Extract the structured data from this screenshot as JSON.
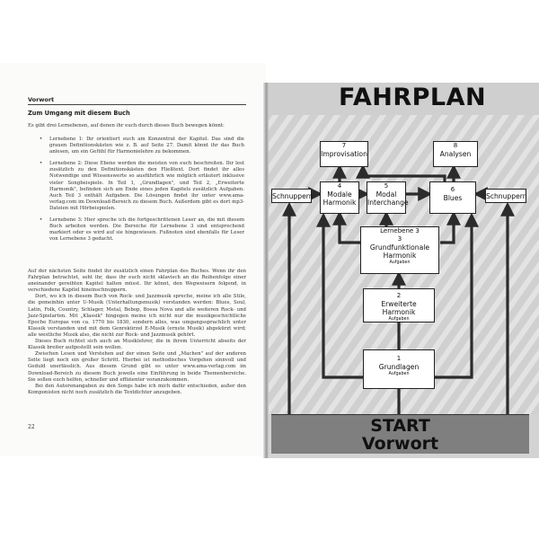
{
  "left_page": {
    "running_head": "Vorwort",
    "section_title": "Zum Umgang mit diesem Buch",
    "intro": "Es gibt drei Lernebenen, auf denen ihr euch durch dieses Buch bewegen könnt:",
    "levels": [
      "Lernebene 1: Ihr orientiert euch am Konzentrat der Kapitel. Das sind die grauen Definitionskästen wie z. B. auf Seite 27. Damit könnt ihr das Buch anlesen, um ein Gefühl für Harmonielehre zu bekommen.",
      "Lernebene 2: Diese Ebene werden die meisten von euch beschreiten. Ihr lest zusätzlich zu den Definitionskästen den Fließtext. Dort findet ihr alles Notwendige und Wissenswerte so ausführlich wie möglich erläutert inklusive vieler Songbeispiele. In Teil 1, „Grundlagen\", und Teil 2, „Erweiterte Harmonik\", befinden sich am Ende eines jeden Kapitels zusätzlich Aufgaben. Auch Teil 3 enthält Aufgaben. Die Lösungen findet ihr unter www.ama-verlag.com im Download-Bereich zu diesem Buch. Außerdem gibt es dort mp3-Dateien mit Hörbeispielen.",
      "Lernebene 3: Hier spreche ich die fortgeschrittenen Leser an, die mit diesem Buch arbeiten werden. Die Bereiche für Lernebene 3 sind entsprechend markiert oder es wird auf sie hingewiesen. Fußnoten sind ebenfalls für Leser von Lernebene 3 gedacht."
    ],
    "paragraphs": [
      "Auf der nächsten Seite findet ihr zusätzlich einen Fahrplan des Buches. Wenn ihr den Fahrplan betrachtet, seht ihr, dass ihr euch nicht sklavisch an die Reihenfolge einer aneinander gereihten Kapitel halten müsst. Ihr könnt, den Wegweisern folgend, in verschiedene Kapitel hineinschnuppern.",
      "Dort, wo ich in diesem Buch von Rock- und Jazzmusik spreche, meine ich alle Stile, die gemeinhin unter U-Musik (Unterhaltungsmusik) verstanden werden: Blues, Soul, Latin, Folk, Country, Schlager, Metal, Bebop, Bossa Nova und alle weiteren Rock- und Jazz-Spielarten. Mit „Klassik\" hingegen meine ich nicht nur die musikgeschichtliche Epoche Europas von ca. 1770 bis 1830, sondern alles, was umgangssprachlich unter Klassik verstanden und mit dem Genrekürzel E-Musik (ernste Musik) abgekürzt wird; alle westliche Musik also, die nicht zur Rock- und Jazzmusik gehört.",
      "Dieses Buch richtet sich auch an Musiklehrer, die in ihrem Unterricht abseits der Klassik breiter aufgestellt sein wollen.",
      "Zwischen Lesen und Verstehen auf der einen Seite und „Machen\" auf der anderen Seite liegt noch ein großer Schritt. Hierbei ist methodisches Vorgehen sinnvoll und Geduld unerlässlich. Aus diesem Grund gibt es unter www.ama-verlag.com im Download-Bereich zu diesem Buch jeweils eine Einführung in beide Themenbereiche. Sie sollen euch helfen, schneller und effizienter voranzukommen.",
      "Bei den Autorenangaben zu den Songs habe ich mich dafür entschieden, außer den Komponisten nicht noch zusätzlich die Textdichter anzugeben."
    ],
    "page_number": "22"
  },
  "right_page": {
    "title": "FAHRPLAN",
    "boxes": {
      "improvisation": {
        "num": "7",
        "label": "Improvisation"
      },
      "analysen": {
        "num": "8",
        "label": "Analysen"
      },
      "schnuppern_left": {
        "label": "Schnuppern"
      },
      "modale_harmonik": {
        "num": "4",
        "label_1": "Modale",
        "label_2": "Harmonik"
      },
      "modal_interchange": {
        "num": "5",
        "label_1": "Modal",
        "label_2": "Interchange"
      },
      "blues": {
        "num": "6",
        "label": "Blues"
      },
      "schnuppern_right": {
        "label": "Schnuppern"
      },
      "grundfunktionale": {
        "num": "Lernebene 3",
        "num_2": "3",
        "label_1": "Grundfunktionale",
        "label_2": "Harmonik",
        "sub": "Aufgaben"
      },
      "erweiterte": {
        "num": "2",
        "label": "Erweiterte Harmonik",
        "sub": "Aufgaben"
      },
      "grundlagen": {
        "num": "1",
        "label": "Grundlagen",
        "sub": "Aufgaben"
      }
    },
    "start": "START",
    "vorwort": "Vorwort"
  }
}
